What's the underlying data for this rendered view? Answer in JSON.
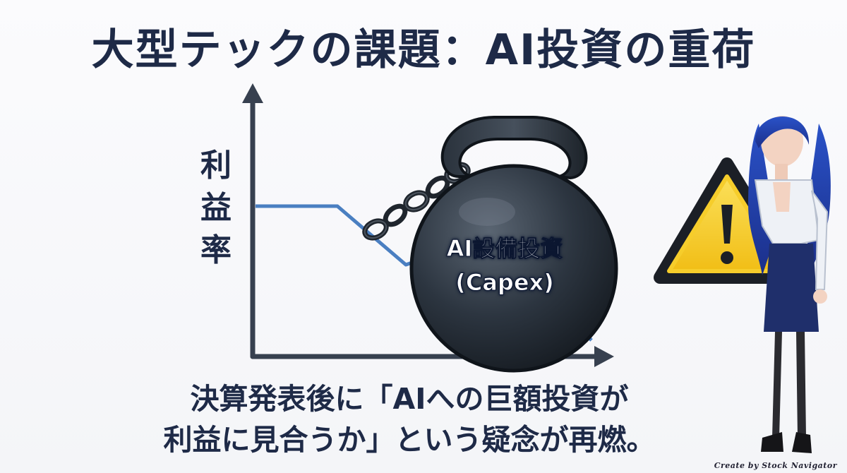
{
  "title": "大型テックの課題：AI投資の重荷",
  "chart_data": {
    "type": "line",
    "ylabel": [
      "利",
      "益",
      "率"
    ],
    "series_color": "#4a7fc1"
  },
  "weight": {
    "line1": "AI設備投資",
    "line2": "(Capex)"
  },
  "caption": {
    "line1": "決算発表後に「AIへの巨額投資が",
    "line2": "利益に見合うか」という疑念が再燃。"
  },
  "credit": "Create by Stock Navigator",
  "colors": {
    "title": "#1e2a47",
    "axis": "#37404f",
    "weight": "#2c3540",
    "warning_fill": "#f6cd2b"
  },
  "icons": [
    "warning-icon",
    "kettlebell-icon",
    "chain-icon",
    "presenter-illustration"
  ]
}
